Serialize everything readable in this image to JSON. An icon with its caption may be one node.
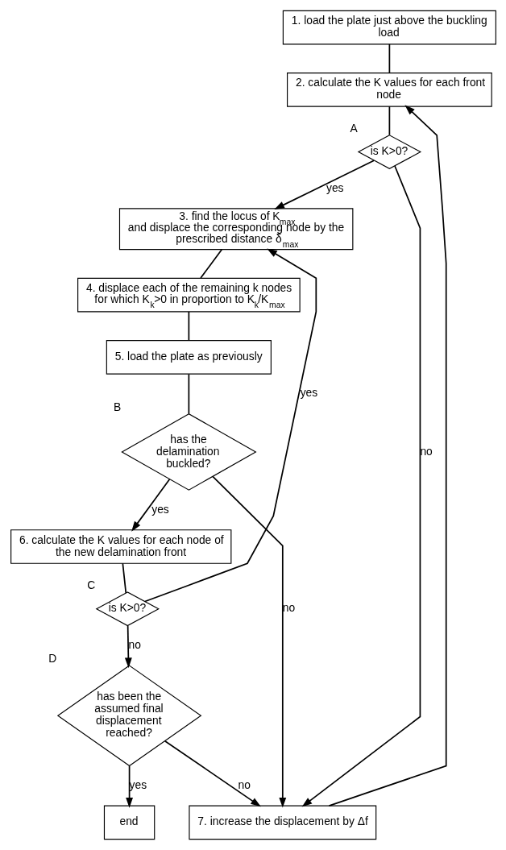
{
  "diagram": {
    "nodes": [
      {
        "text": [
          "1. load the plate just above the buckling load"
        ]
      },
      {
        "text": [
          "2. calculate the K values for each front node"
        ]
      },
      {
        "text": [
          "is K>0?"
        ],
        "beside": [
          "A"
        ]
      },
      {
        "text": [
          "3. find the locus of K$_{max}$ and displace the corresponding node by the prescribed distance δ$_{max}$"
        ]
      },
      {
        "text": [
          "4. displace each of the remaining k nodes for which K$_{k}$>0 in proportion to K$_{k}$/K$_{max}$"
        ]
      },
      {
        "text": [
          "5. load the plate as previously"
        ]
      },
      {
        "text": [
          "has the delamination buckled?"
        ],
        "beside": [
          "B"
        ]
      },
      {
        "text": [
          "6. calculate the K values for each node of the new delamination front"
        ]
      },
      {
        "text": [
          "is K>0?"
        ],
        "beside": [
          "C"
        ]
      },
      {
        "text": [
          "has been the assumed final displacement reached?"
        ],
        "beside": [
          "D"
        ]
      },
      {
        "text": [
          "end"
        ]
      },
      {
        "text": [
          "7. increase the displacement by Δf"
        ]
      }
    ],
    "edges": [
      {
        "from": 0,
        "to": 1,
        "arrow": "none"
      },
      {
        "from": 1,
        "to": 2,
        "arrow": "none"
      },
      {
        "from": 2,
        "to": 3,
        "arrow": "to",
        "label": "yes"
      },
      {
        "from": 2,
        "to": 11,
        "arrow": "to",
        "label": "no"
      },
      {
        "from": 3,
        "to": 4,
        "arrow": "none"
      },
      {
        "from": 4,
        "to": 5,
        "arrow": "none"
      },
      {
        "from": 5,
        "to": 6,
        "arrow": "none"
      },
      {
        "from": 6,
        "to": 7,
        "arrow": "to",
        "label": "yes"
      },
      {
        "from": 6,
        "to": 11,
        "arrow": "to",
        "label": "no"
      },
      {
        "from": 7,
        "to": 8,
        "arrow": "none"
      },
      {
        "from": 8,
        "to": 3,
        "arrow": "to",
        "label": "yes"
      },
      {
        "from": 8,
        "to": 9,
        "arrow": "to",
        "label": "no"
      },
      {
        "from": 9,
        "to": 10,
        "arrow": "to",
        "label": "yes"
      },
      {
        "from": 9,
        "to": 11,
        "arrow": "to",
        "label": "no"
      },
      {
        "from": 11,
        "to": 1,
        "arrow": "to"
      }
    ]
  }
}
